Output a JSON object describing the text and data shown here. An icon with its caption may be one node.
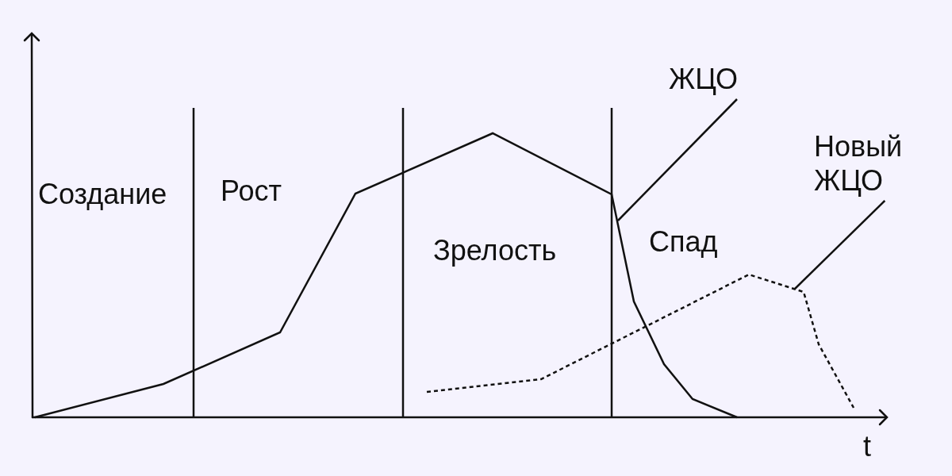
{
  "diagram": {
    "nodes": [
      {
        "text": [
          "ЖЦО"
        ]
      },
      {
        "text": [],
        "shape": "curve"
      },
      {
        "text": [
          "Новый ЖЦО"
        ]
      },
      {
        "text": [],
        "shape": "curve"
      }
    ],
    "edges": [
      {
        "from": 0,
        "to": 1,
        "arrow": "none"
      },
      {
        "from": 2,
        "to": 3,
        "arrow": "none"
      }
    ],
    "labels": [
      "Создание",
      "Рост",
      "Зрелость",
      "Спад",
      "t"
    ]
  }
}
